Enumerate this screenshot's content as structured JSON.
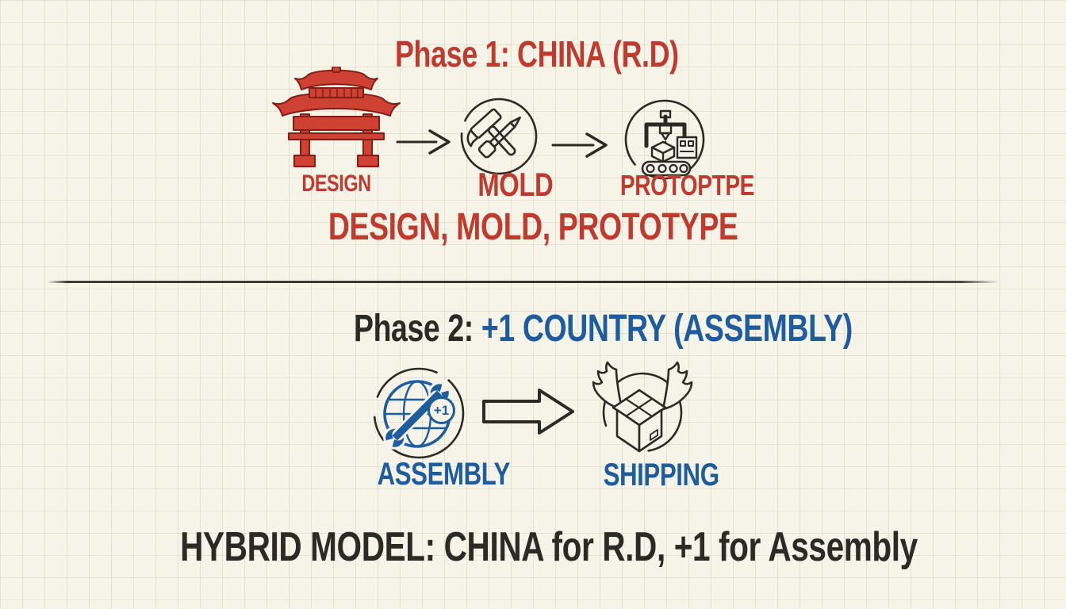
{
  "colors": {
    "red": "#c03a2e",
    "blue": "#1d5c9e",
    "ink": "#2c2a24",
    "bg": "#f6f3e9"
  },
  "phase1": {
    "title": "Phase 1: CHINA (R.D)",
    "steps": [
      {
        "label": "DESIGN",
        "icon": "china-gate-icon"
      },
      {
        "label": "MOLD",
        "icon": "hammer-tools-icon"
      },
      {
        "label": "PROTOPTPE",
        "icon": "prototype-printer-icon"
      }
    ],
    "subtitle": "DESIGN, MOLD, PROTOTYPE"
  },
  "phase2": {
    "title_prefix": "Phase 2: ",
    "title_highlight": "+1 COUNTRY (ASSEMBLY)",
    "steps": [
      {
        "label": "ASSEMBLY",
        "icon": "globe-wrench-icon",
        "badge": "+1"
      },
      {
        "label": "SHIPPING",
        "icon": "winged-box-icon"
      }
    ]
  },
  "footer": {
    "title": "HYBRID MODEL: CHINA for R.D, +1 for Assembly"
  }
}
